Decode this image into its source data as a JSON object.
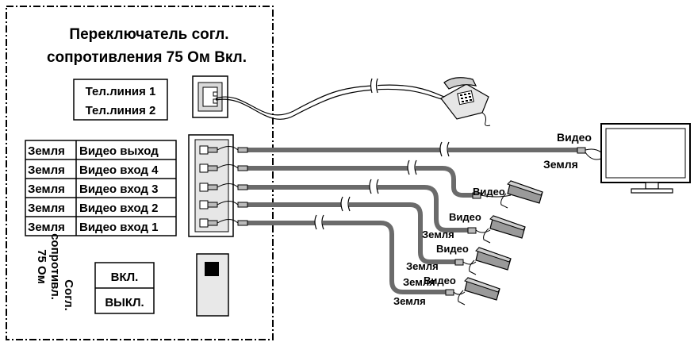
{
  "panel": {
    "title_line1": "Переключатель согл.",
    "title_line2": "сопротивления 75 Ом Вкл."
  },
  "phone_lines": [
    "Тел.линия 1",
    "Тел.линия 2"
  ],
  "terminals": [
    {
      "ground": "Земля",
      "signal": "Видео выход"
    },
    {
      "ground": "Земля",
      "signal": "Видео вход 4"
    },
    {
      "ground": "Земля",
      "signal": "Видео вход 3"
    },
    {
      "ground": "Земля",
      "signal": "Видео вход 2"
    },
    {
      "ground": "Земля",
      "signal": "Видео вход 1"
    }
  ],
  "termination": {
    "vertical_label": [
      "Согл.",
      "сопротивл.",
      "75 Ом"
    ],
    "on": "ВКЛ.",
    "off": "ВЫКЛ."
  },
  "monitor": {
    "video": "Видео",
    "ground": "Земля"
  },
  "cameras": [
    {
      "video": "Видео",
      "ground": "Земля"
    },
    {
      "video": "Видео",
      "ground": "Земля"
    },
    {
      "video": "Видео",
      "ground": "Земля"
    },
    {
      "video": "Видео",
      "ground": "Земля"
    }
  ]
}
